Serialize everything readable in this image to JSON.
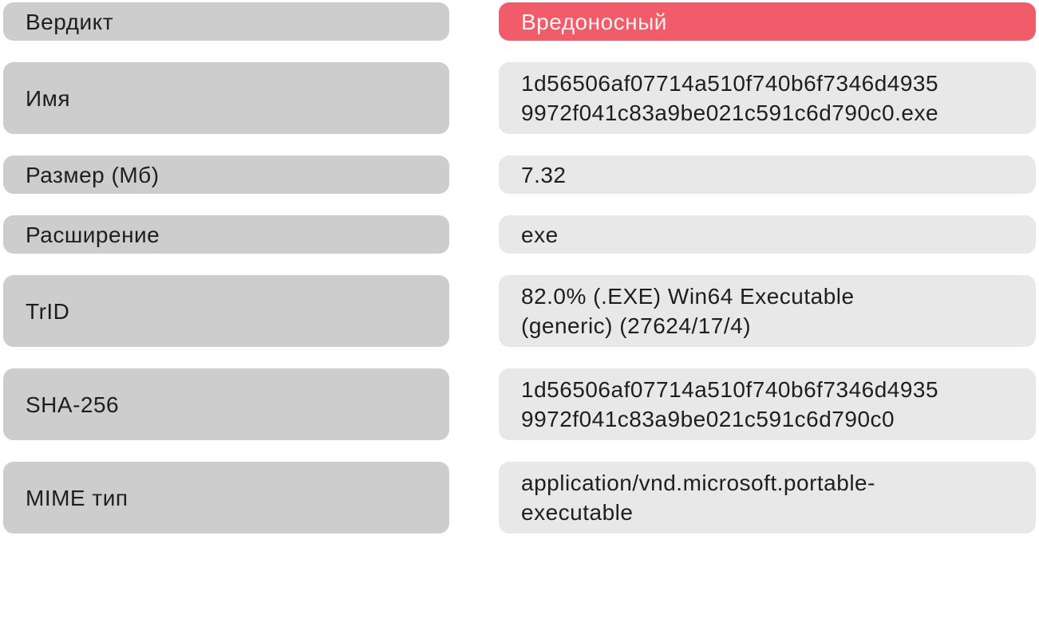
{
  "colors": {
    "label_bg": "#cdcdcd",
    "value_bg": "#e8e8e8",
    "verdict_bg": "#f05c69",
    "verdict_text": "#fdf1f2",
    "text": "#1e1e1e",
    "page_bg": "#ffffff"
  },
  "verdict_status": "malicious",
  "rows": [
    {
      "label": "Вердикт",
      "value": "Вредоносный",
      "variant": "verdict"
    },
    {
      "label": "Имя",
      "value": "1d56506af07714a510f740b6f7346d49359972f041c83a9be021c591c6d790c0.exe",
      "variant": "tall"
    },
    {
      "label": "Размер (Мб)",
      "value": "7.32",
      "variant": "single"
    },
    {
      "label": "Расширение",
      "value": "exe",
      "variant": "single"
    },
    {
      "label": "TrID",
      "value": "82.0% (.EXE) Win64 Executable (generic) (27624/17/4)",
      "variant": "tall"
    },
    {
      "label": "SHA-256",
      "value": "1d56506af07714a510f740b6f7346d49359972f041c83a9be021c591c6d790c0",
      "variant": "tall"
    },
    {
      "label": "MIME тип",
      "value": "application/vnd.microsoft.portable-executable",
      "variant": "tall"
    }
  ]
}
